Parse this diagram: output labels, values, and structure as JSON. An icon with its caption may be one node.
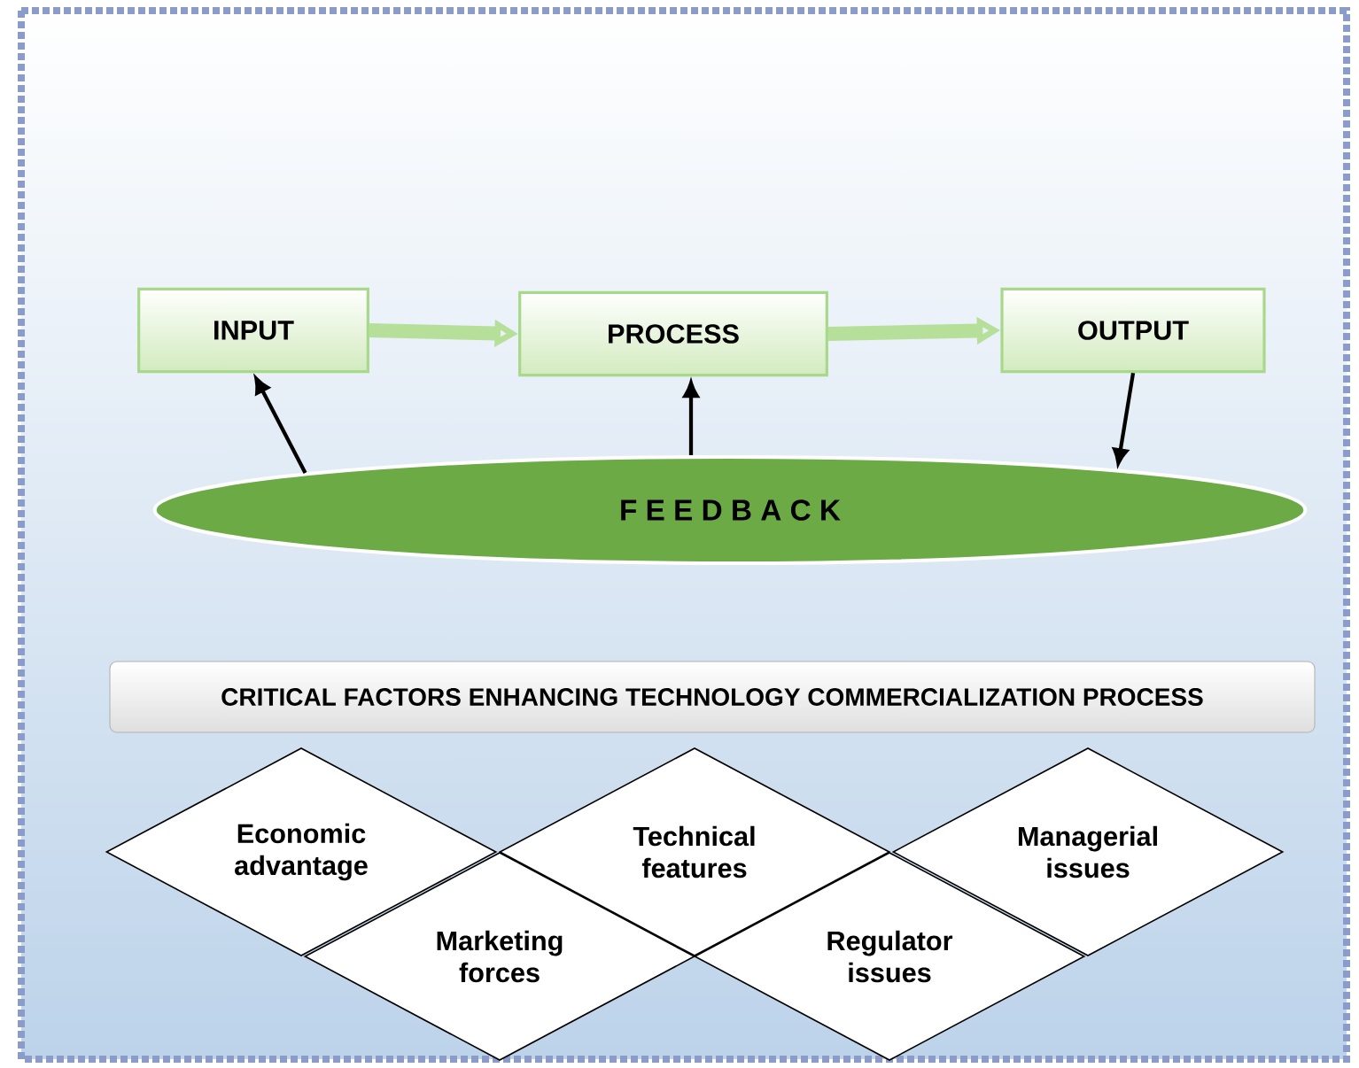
{
  "diagram": {
    "nodes": [
      {
        "text": [
          "INPUT"
        ]
      },
      {
        "text": [
          "PROCESS"
        ]
      },
      {
        "text": [
          "OUTPUT"
        ]
      },
      {
        "text": [
          "F E E D B A C K"
        ]
      },
      {
        "text": [
          "CRITICAL FACTORS ENHANCING TECHNOLOGY COMMERCIALIZATION PROCESS"
        ]
      },
      {
        "text": [
          "Economic advantage"
        ]
      },
      {
        "text": [
          "Marketing forces"
        ]
      },
      {
        "text": [
          "Technical features"
        ]
      },
      {
        "text": [
          "Regulator issues"
        ]
      },
      {
        "text": [
          "Managerial issues"
        ]
      }
    ],
    "edges": [
      {
        "from": 0,
        "to": 1,
        "arrow": "to",
        "style": "thick",
        "color": "#b6e09a"
      },
      {
        "from": 1,
        "to": 2,
        "arrow": "to",
        "style": "thick",
        "color": "#b6e09a"
      },
      {
        "from": 3,
        "to": 0,
        "arrow": "to"
      },
      {
        "from": 3,
        "to": 1,
        "arrow": "to"
      },
      {
        "from": 2,
        "to": 3,
        "arrow": "to"
      }
    ]
  }
}
